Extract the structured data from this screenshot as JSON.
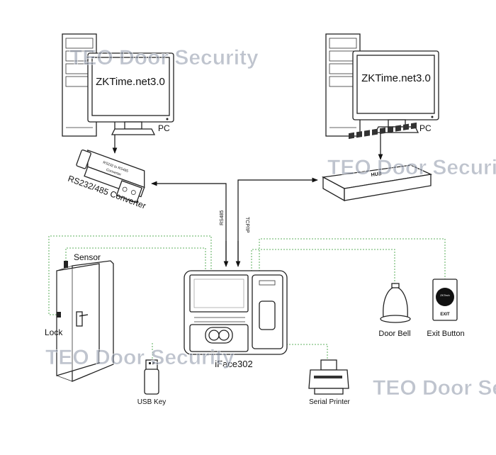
{
  "pc_left": {
    "screen_text": "ZKTime.net3.0",
    "label": "PC"
  },
  "pc_right": {
    "screen_text": "ZKTime.net3.0",
    "label": "PC"
  },
  "converter": {
    "label": "RS232/485 Converter",
    "body_text_1": "RS232 to RS485",
    "body_text_2": "Converter"
  },
  "hub": {
    "label": "HUB"
  },
  "links": {
    "rs485": "RS485",
    "tcpip": "TCP/IP"
  },
  "device": {
    "label": "iFace302"
  },
  "sensor": {
    "label": "Sensor"
  },
  "lock": {
    "label": "Lock"
  },
  "door_bell": {
    "label": "Door Bell"
  },
  "exit_button": {
    "label": "Exit Button",
    "text_top": "ZKTech",
    "text_bottom": "EXIT"
  },
  "usb_key": {
    "label": "USB Key"
  },
  "printer": {
    "label": "Serial Printer"
  },
  "watermark": {
    "text": "TEO Door Security"
  }
}
